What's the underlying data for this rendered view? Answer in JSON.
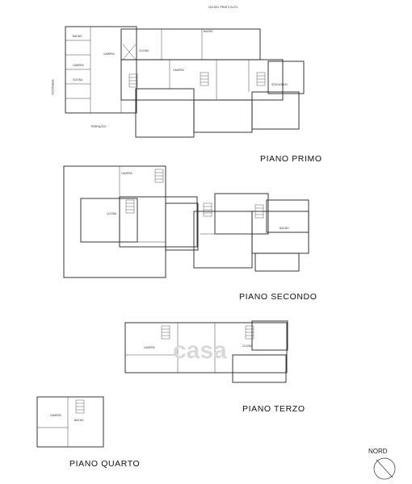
{
  "floors": {
    "primo": "PIANO  PRIMO",
    "secondo": "PIANO  SECONDO",
    "terzo": "PIANO  TERZO",
    "quarto": "PIANO  QUARTO"
  },
  "streets": {
    "top": "VIA DEL PRATO ALTO",
    "left": "TERRAZZO",
    "bottom": "TERRAZZO"
  },
  "north_label": "NORD",
  "watermark": "casa",
  "room_tags": {
    "primo_a": "BAGNO",
    "primo_b": "CAMERA",
    "primo_c": "CAMERA",
    "primo_d": "CUCINA",
    "primo_e": "CUCINA",
    "primo_f": "BAGNO",
    "primo_g": "CAMERA",
    "primo_h": "SOGGIORNO",
    "secondo_a": "CAMERA",
    "secondo_b": "CUCINA",
    "secondo_c": "BAGNO",
    "terzo_a": "CAMERA",
    "terzo_b": "CUCINA",
    "quarto_a": "CAMERA",
    "quarto_b": "BAGNO"
  }
}
